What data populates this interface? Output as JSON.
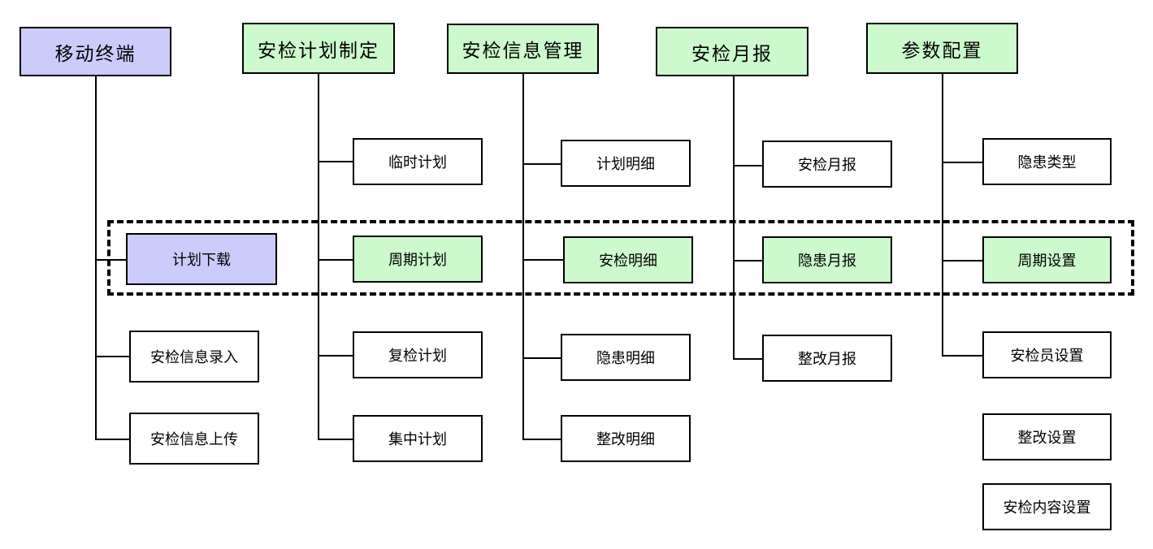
{
  "colors": {
    "purple_fill": "#ccccfa",
    "green_fill": "#ccfacc",
    "white_fill": "#ffffff",
    "stroke": "#000000"
  },
  "columns": [
    {
      "id": "mobile",
      "title": "移动终端",
      "fill": "purple",
      "items": [
        {
          "label": "计划下载",
          "fill": "purple"
        },
        {
          "label": "安检信息录入",
          "fill": "white"
        },
        {
          "label": "安检信息上传",
          "fill": "white"
        }
      ]
    },
    {
      "id": "plan",
      "title": "安检计划制定",
      "fill": "green",
      "items": [
        {
          "label": "临时计划",
          "fill": "white"
        },
        {
          "label": "周期计划",
          "fill": "green"
        },
        {
          "label": "复检计划",
          "fill": "white"
        },
        {
          "label": "集中计划",
          "fill": "white"
        }
      ]
    },
    {
      "id": "info",
      "title": "安检信息管理",
      "fill": "green",
      "items": [
        {
          "label": "计划明细",
          "fill": "white"
        },
        {
          "label": "安检明细",
          "fill": "green"
        },
        {
          "label": "隐患明细",
          "fill": "white"
        },
        {
          "label": "整改明细",
          "fill": "white"
        }
      ]
    },
    {
      "id": "monthly",
      "title": "安检月报",
      "fill": "green",
      "items": [
        {
          "label": "安检月报",
          "fill": "white"
        },
        {
          "label": "隐患月报",
          "fill": "green"
        },
        {
          "label": "整改月报",
          "fill": "white"
        }
      ]
    },
    {
      "id": "params",
      "title": "参数配置",
      "fill": "green",
      "items": [
        {
          "label": "隐患类型",
          "fill": "white"
        },
        {
          "label": "周期设置",
          "fill": "green"
        },
        {
          "label": "安检员设置",
          "fill": "white"
        },
        {
          "label": "整改设置",
          "fill": "white"
        },
        {
          "label": "安检内容设置",
          "fill": "white"
        }
      ]
    }
  ]
}
